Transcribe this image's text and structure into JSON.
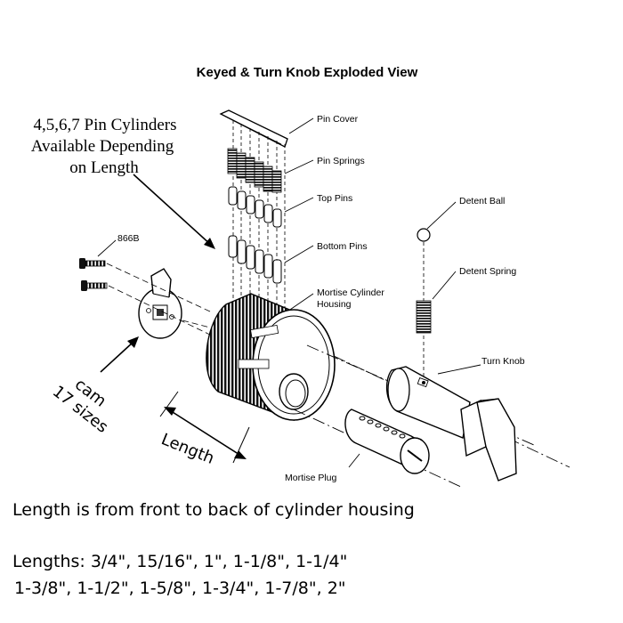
{
  "title": "Keyed & Turn Knob Exploded View",
  "callout_pins": {
    "line1": "4,5,6,7 Pin Cylinders",
    "line2": "Available Depending",
    "line3": "on Length"
  },
  "labels": {
    "screw_part": "866B",
    "pin_cover": "Pin Cover",
    "pin_springs": "Pin Springs",
    "top_pins": "Top Pins",
    "bottom_pins": "Bottom Pins",
    "housing_line1": "Mortise Cylinder",
    "housing_line2": "Housing",
    "detent_ball": "Detent Ball",
    "detent_spring": "Detent Spring",
    "turn_knob": "Turn Knob",
    "mortise_plug": "Mortise Plug"
  },
  "cam": {
    "word": "cam",
    "sizes": "17 sizes"
  },
  "length_word": "Length",
  "footer": {
    "note": "Length is from front to back of  cylinder housing",
    "lengths_line1": "Lengths:  3/4\", 15/16\", 1\", 1-1/8\", 1-1/4\"",
    "lengths_line2": "1-3/8\",  1-1/2\", 1-5/8\", 1-3/4\", 1-7/8\", 2\""
  }
}
